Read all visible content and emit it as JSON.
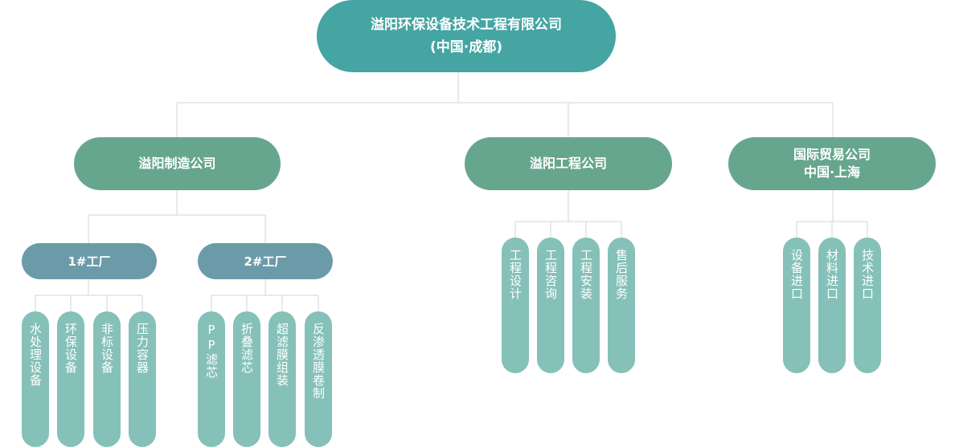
{
  "company": {
    "name": "溢阳环保设备技术工程有限公司",
    "location": "(中国·成都)"
  },
  "divisions": {
    "manufacturing": {
      "name": "溢阳制造公司",
      "factory1": {
        "name": "1#工厂",
        "products": [
          "水处理设备",
          "环保设备",
          "非标设备",
          "压力容器"
        ]
      },
      "factory2": {
        "name": "2#工厂",
        "products": [
          "PP滤芯",
          "折叠滤芯",
          "超滤膜组装",
          "反渗透膜卷制"
        ]
      }
    },
    "engineering": {
      "name": "溢阳工程公司",
      "services": [
        "工程设计",
        "工程咨询",
        "工程安装",
        "售后服务"
      ]
    },
    "trade": {
      "name": "国际贸易公司",
      "location": "中国·上海",
      "services": [
        "设备进口",
        "材料进口",
        "技术进口"
      ]
    }
  },
  "colors": {
    "root": "#45a5a3",
    "division": "#67a68e",
    "factory": "#6b9ba9",
    "leaf": "#85c1b8",
    "line": "#d6d6d6"
  }
}
